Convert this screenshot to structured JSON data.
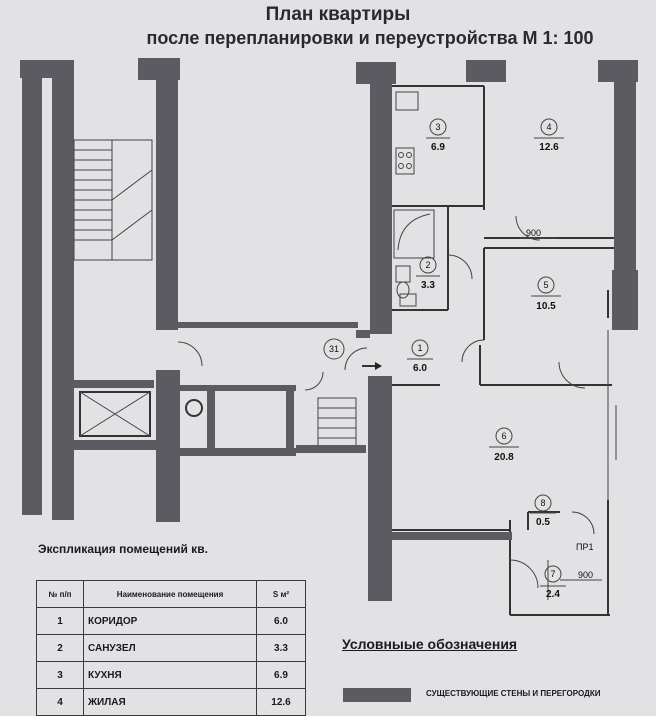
{
  "title_line1": "План квартиры",
  "title_line2": "после перепланировки и  переустройства  М  1: 100",
  "rooms": [
    {
      "num": "1",
      "area": "6.0"
    },
    {
      "num": "2",
      "area": "3.3"
    },
    {
      "num": "3",
      "area": "6.9"
    },
    {
      "num": "4",
      "area": "12.6"
    },
    {
      "num": "5",
      "area": "10.5"
    },
    {
      "num": "6",
      "area": "20.8"
    },
    {
      "num": "7",
      "area": "2.4"
    },
    {
      "num": "8",
      "area": "0.5"
    }
  ],
  "stair_mark": "31",
  "dim_900_top": "900",
  "dim_900_bottom": "900",
  "pr1_label": "ПР1",
  "explication": {
    "title": "Экспликация помещений кв.",
    "headers": {
      "num": "№ п/п",
      "name": "Наименование помещения",
      "area": "S м²"
    },
    "rows": [
      {
        "num": "1",
        "name": "КОРИДОР",
        "area": "6.0"
      },
      {
        "num": "2",
        "name": "САНУЗЕЛ",
        "area": "3.3"
      },
      {
        "num": "3",
        "name": "КУХНЯ",
        "area": "6.9"
      },
      {
        "num": "4",
        "name": "ЖИЛАЯ",
        "area": "12.6"
      }
    ]
  },
  "legend": {
    "title": "Условныые обозначения",
    "walls_label": "СУЩЕСТВУЮЩИЕ СТЕНЫ И ПЕРЕГОРОДКИ"
  },
  "colors": {
    "wall": "#5b5b61",
    "paper": "#e2e1e4"
  }
}
